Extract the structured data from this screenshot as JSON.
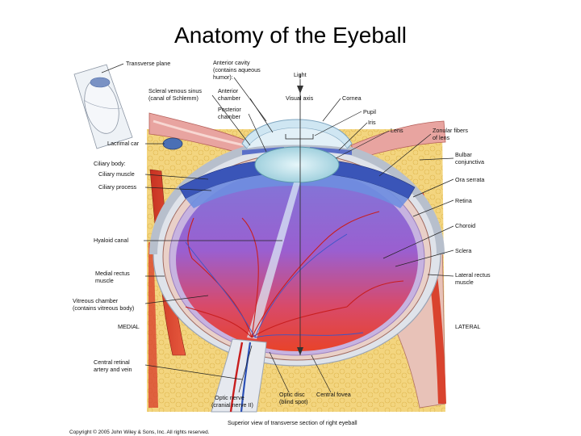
{
  "title": "Anatomy of the Eyeball",
  "labels": {
    "transverse_plane": "Transverse plane",
    "anterior_cavity_1": "Anterior cavity",
    "anterior_cavity_2": "(contains aqueous",
    "anterior_cavity_3": "humor):",
    "light": "Light",
    "scleral_1": "Scleral venous sinus",
    "scleral_2": "(canal of Schlemm)",
    "anterior_chamber_1": "Anterior",
    "anterior_chamber_2": "chamber",
    "visual_axis": "Visual axis",
    "cornea": "Cornea",
    "posterior_chamber_1": "Posterior",
    "posterior_chamber_2": "chamber",
    "pupil": "Pupil",
    "iris": "Iris",
    "lens": "Lens",
    "zonular_1": "Zonular fibers",
    "zonular_2": "of lens",
    "lacrimal_caruncle": "Lacrimal car",
    "bulbar_1": "Bulbar",
    "bulbar_2": "conjunctiva",
    "ciliary_body": "Ciliary body:",
    "ciliary_muscle": "Ciliary muscle",
    "ciliary_process": "Ciliary process",
    "ora_serrata": "Ora serrata",
    "retina": "Retina",
    "choroid": "Choroid",
    "hyaloid_canal": "Hyaloid canal",
    "sclera": "Sclera",
    "medial_rectus_1": "Medial rectus",
    "medial_rectus_2": "muscle",
    "lateral_rectus_1": "Lateral rectus",
    "lateral_rectus_2": "muscle",
    "vitreous_1": "Vitreous chamber",
    "vitreous_2": "(contains vitreous body)",
    "medial": "MEDIAL",
    "lateral": "LATERAL",
    "central_retinal_1": "Central retinal",
    "central_retinal_2": "artery and vein",
    "optic_nerve_1": "Optic nerve",
    "optic_nerve_2": "(cranial nerve II)",
    "optic_disc_1": "Optic disc",
    "optic_disc_2": "(blind spot)",
    "central_fovea": "Central fovea",
    "caption": "Superior view of transverse section of right eyeball",
    "copyright": "Copyright © 2005 John Wiley & Sons, Inc.  All rights reserved."
  },
  "colors": {
    "fat": "#f2d27a",
    "sclera": "#dfe3ea",
    "vitreous_top": "#8a6fd8",
    "vitreous_bottom": "#e2402c",
    "muscle": "#d9432e",
    "cornea": "#cfe6f2",
    "lens": "#bfe3ec",
    "vessel": "#c81e1e",
    "conjunctiva": "#e8a9a0"
  }
}
